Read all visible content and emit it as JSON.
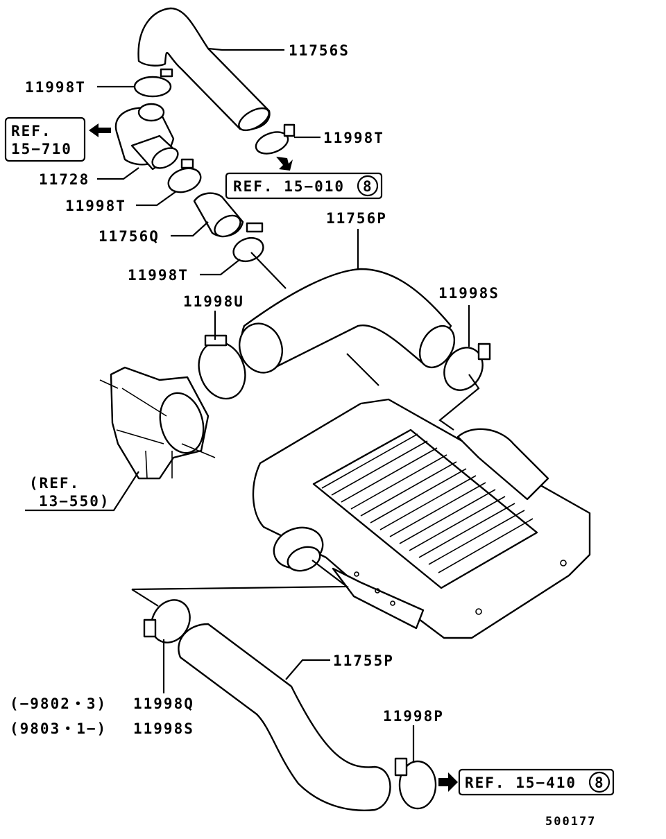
{
  "parts": {
    "hose_upper": "11756S",
    "clamp_top_left": "11998T",
    "clamp_top_right": "11998T",
    "bypass_valve": "11728",
    "clamp_mid_left": "11998T",
    "hose_short": "11756Q",
    "clamp_lower_left": "11998T",
    "hose_intercooler_in": "11756P",
    "clamp_intercooler_left": "11998U",
    "clamp_intercooler_right": "11998S",
    "hose_lower": "11755P",
    "clamp_bottom_right": "11998P",
    "clamp_bottom_left_q": "11998Q",
    "clamp_bottom_left_s": "11998S"
  },
  "serial_ranges": {
    "range_1": "(−9802・3)",
    "range_2": "(9803・1−)"
  },
  "references": {
    "ref_left_line1": "REF.",
    "ref_left_line2": "15−710",
    "ref_mid_text": "REF. 15−010",
    "ref_mid_circle": "8",
    "ref_throttle_line1": "(REF.",
    "ref_throttle_line2": "13−550)",
    "ref_bottom_text": "REF. 15−410",
    "ref_bottom_circle": "8"
  },
  "diagram_id": "500177"
}
